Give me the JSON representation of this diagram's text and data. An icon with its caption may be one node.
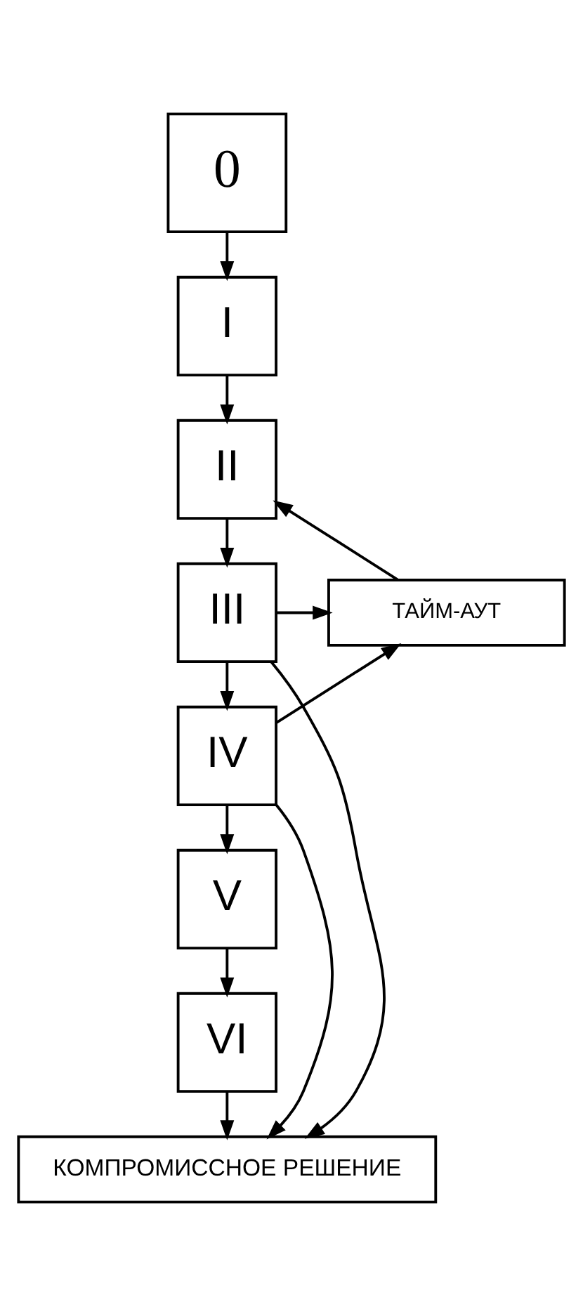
{
  "diagram": {
    "nodes": [
      {
        "text": [
          "0"
        ]
      },
      {
        "text": [
          "I"
        ]
      },
      {
        "text": [
          "II"
        ]
      },
      {
        "text": [
          "III"
        ]
      },
      {
        "text": [
          "ТАЙМ-АУТ"
        ]
      },
      {
        "text": [
          "IV"
        ]
      },
      {
        "text": [
          "V"
        ]
      },
      {
        "text": [
          "VI"
        ]
      },
      {
        "text": [
          "КОМПРОМИССНОЕ РЕШЕНИЕ"
        ]
      }
    ],
    "edges": [
      {
        "from": 0,
        "to": 1,
        "arrow": "to"
      },
      {
        "from": 1,
        "to": 2,
        "arrow": "to"
      },
      {
        "from": 2,
        "to": 3,
        "arrow": "to"
      },
      {
        "from": 3,
        "to": 4,
        "arrow": "to"
      },
      {
        "from": 4,
        "to": 2,
        "arrow": "to"
      },
      {
        "from": 3,
        "to": 5,
        "arrow": "to"
      },
      {
        "from": 5,
        "to": 4,
        "arrow": "to"
      },
      {
        "from": 5,
        "to": 6,
        "arrow": "to"
      },
      {
        "from": 6,
        "to": 7,
        "arrow": "to"
      },
      {
        "from": 7,
        "to": 8,
        "arrow": "to"
      },
      {
        "from": 3,
        "to": 8,
        "arrow": "to"
      },
      {
        "from": 5,
        "to": 8,
        "arrow": "to"
      }
    ]
  }
}
